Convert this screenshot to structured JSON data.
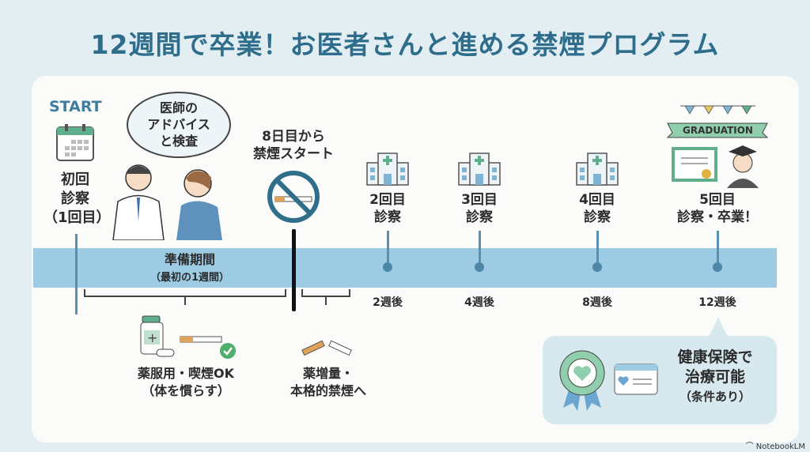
{
  "title": "12週間で卒業！お医者さんと進める禁煙プログラム",
  "start": {
    "label": "START",
    "visit": [
      "初回",
      "診察",
      "（1回目）"
    ],
    "speech": [
      "医師の",
      "アドバイス",
      "と検査"
    ]
  },
  "quit": {
    "label": [
      "8日目から",
      "禁煙スタート"
    ]
  },
  "prep": {
    "title": "準備期間",
    "sub": "（最初の1週間）"
  },
  "phase1": {
    "text": [
      "薬服用・喫煙OK",
      "（体を慣らす）"
    ]
  },
  "phase2": {
    "text": [
      "薬増量・",
      "本格的禁煙へ"
    ]
  },
  "visits": [
    {
      "label": [
        "2回目",
        "診察"
      ],
      "when": "2週後"
    },
    {
      "label": [
        "3回目",
        "診察"
      ],
      "when": "4週後"
    },
    {
      "label": [
        "4回目",
        "診察"
      ],
      "when": "8週後"
    },
    {
      "label": [
        "5回目",
        "診察・卒業！"
      ],
      "when": "12週後"
    }
  ],
  "graduation": "GRADUATION",
  "insurance": [
    "健康保険で",
    "治療可能",
    "（条件あり）"
  ],
  "brand": "NotebookLM",
  "colors": {
    "title": "#2e6d8c",
    "bar": "#9ccbe3",
    "accent": "#5fae8c"
  }
}
